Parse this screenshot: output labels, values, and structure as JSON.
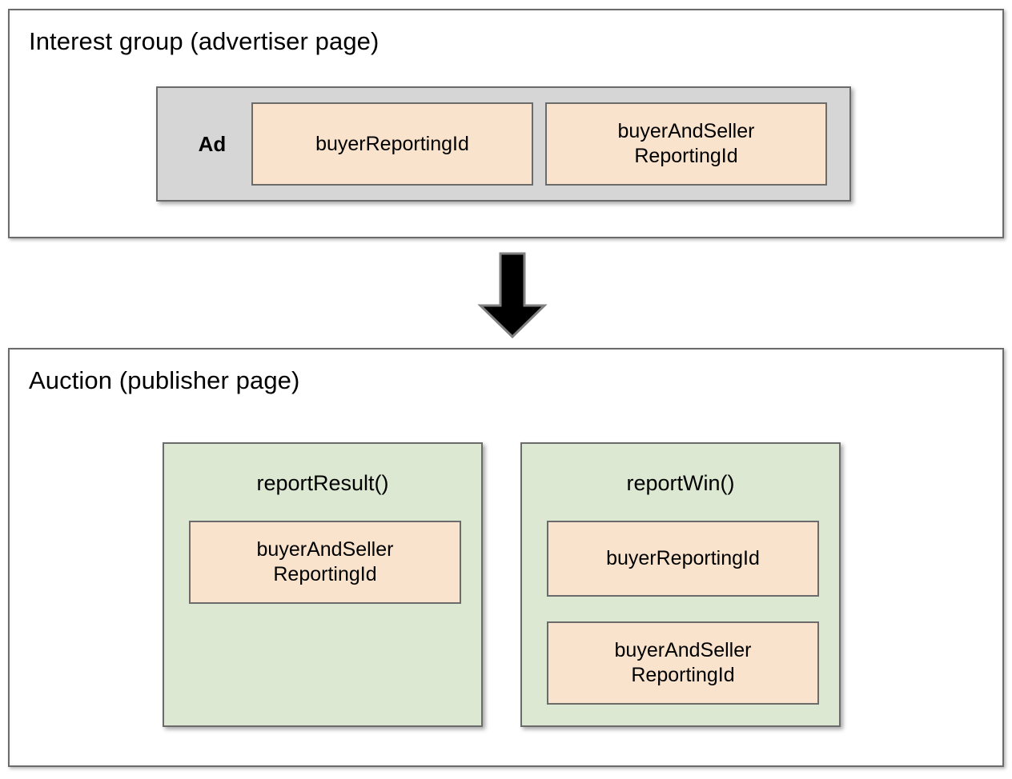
{
  "diagram": {
    "title_implicit": "Protected Audience reporting ID flow",
    "colors": {
      "frame_border": "#6b6b6b",
      "gray_container": "#d6d6d6",
      "beige_box": "#f9e3cc",
      "green_box": "#dce8d1",
      "arrow": "#000000",
      "background": "#ffffff",
      "text": "#000000"
    },
    "sections": [
      {
        "id": "interest-group",
        "title": "Interest group (advertiser page)",
        "container": {
          "id": "ad",
          "label": "Ad",
          "fill": "#d6d6d6",
          "items": [
            {
              "id": "buyer-reporting-id",
              "label": "buyerReportingId",
              "fill": "#f9e3cc"
            },
            {
              "id": "buyer-and-seller-reporting-id",
              "label": "buyerAndSeller\nReportingId",
              "fill": "#f9e3cc"
            }
          ]
        }
      },
      {
        "id": "auction",
        "title": "Auction (publisher page)",
        "functions": [
          {
            "id": "report-result",
            "name": "reportResult()",
            "fill": "#dce8d1",
            "items": [
              {
                "id": "buyer-and-seller-reporting-id",
                "label": "buyerAndSeller\nReportingId",
                "fill": "#f9e3cc"
              }
            ]
          },
          {
            "id": "report-win",
            "name": "reportWin()",
            "fill": "#dce8d1",
            "items": [
              {
                "id": "buyer-reporting-id",
                "label": "buyerReportingId",
                "fill": "#f9e3cc"
              },
              {
                "id": "buyer-and-seller-reporting-id",
                "label": "buyerAndSeller\nReportingId",
                "fill": "#f9e3cc"
              }
            ]
          }
        ]
      }
    ],
    "connector": {
      "id": "down-arrow",
      "direction": "down",
      "from": "interest-group",
      "to": "auction",
      "label": ""
    }
  }
}
